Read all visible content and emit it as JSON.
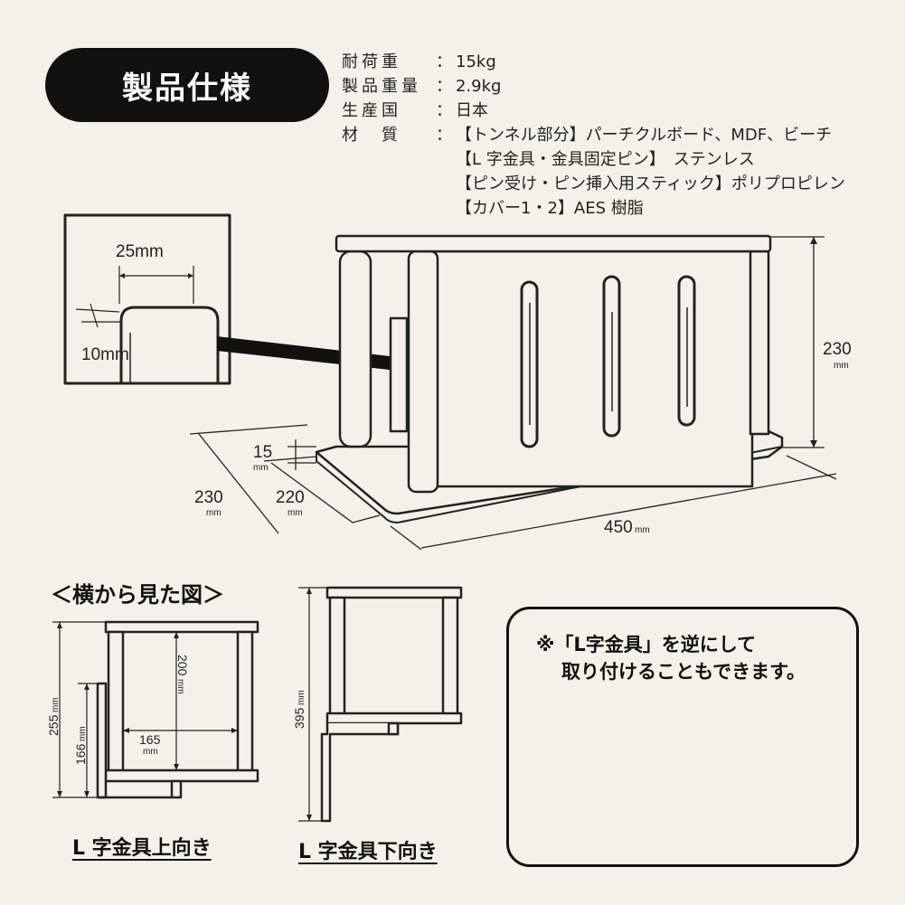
{
  "title": "製品仕様",
  "specs": [
    {
      "label": "耐荷重",
      "colon": "：",
      "values": [
        "15kg"
      ]
    },
    {
      "label": "製品重量",
      "colon": "：",
      "values": [
        "2.9kg"
      ]
    },
    {
      "label": "生産国",
      "colon": "：",
      "values": [
        "日本"
      ]
    },
    {
      "label": "材　質",
      "colon": "：",
      "values": [
        "【トンネル部分】パーチクルボード、MDF、ビーチ",
        "【L 字金具・金具固定ピン】　ステンレス",
        "【ピン受け・ピン挿入用スティック】ポリプロピレン",
        "【カバー1・2】AES 樹脂"
      ]
    }
  ],
  "detail": {
    "width": "25mm",
    "thickness": "10mm"
  },
  "dimensions": {
    "height": "230",
    "height_unit": "mm",
    "base_step": "15",
    "base_step_unit": "mm",
    "depth_outer": "230",
    "depth_outer_unit": "mm",
    "depth_inner": "220",
    "depth_inner_unit": "mm",
    "width": "450",
    "width_unit": "mm"
  },
  "side_view": {
    "title": "＜横から見た図＞",
    "up": {
      "caption": "L 字金具上向き",
      "outer_height": "255",
      "outer_height_unit": "mm",
      "bracket_height": "166",
      "bracket_height_unit": "mm",
      "inner_height": "200",
      "inner_height_unit": "mm",
      "inner_width": "165",
      "inner_width_unit": "mm"
    },
    "down": {
      "caption": "L 字金具下向き",
      "total_height": "395",
      "total_height_unit": "mm"
    }
  },
  "note": {
    "line1": "※「L字金具」を逆にして",
    "line2": "取り付けることもできます。"
  },
  "colors": {
    "background": "#f5f1ea",
    "ink": "#111111"
  }
}
